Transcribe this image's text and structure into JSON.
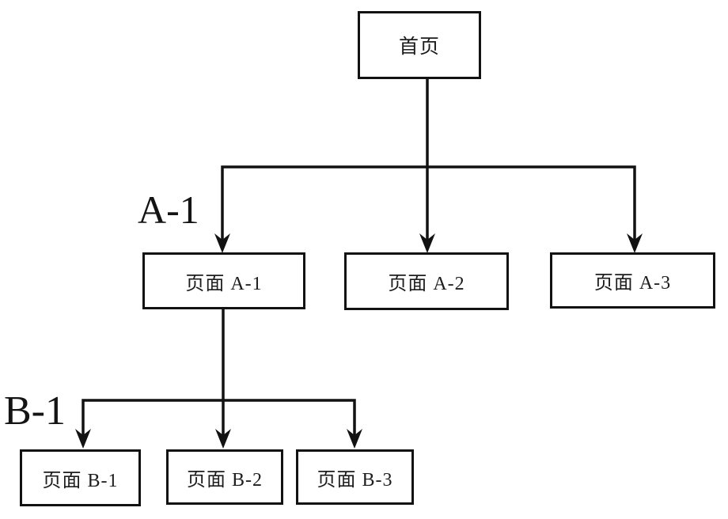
{
  "diagram": {
    "background": "#ffffff",
    "line_color": "#121212",
    "nodes": {
      "home": {
        "label": "首页"
      },
      "a1": {
        "label": "页面 A-1"
      },
      "a2": {
        "label": "页面 A-2"
      },
      "a3": {
        "label": "页面 A-3"
      },
      "b1": {
        "label": "页面 B-1"
      },
      "b2": {
        "label": "页面 B-2"
      },
      "b3": {
        "label": "页面 B-3"
      }
    },
    "branch_labels": {
      "a": "A-1",
      "b": "B-1"
    },
    "edges": [
      {
        "from": "home",
        "to": "a1"
      },
      {
        "from": "home",
        "to": "a2"
      },
      {
        "from": "home",
        "to": "a3"
      },
      {
        "from": "a1",
        "to": "b1"
      },
      {
        "from": "a1",
        "to": "b2"
      },
      {
        "from": "a1",
        "to": "b3"
      }
    ]
  }
}
